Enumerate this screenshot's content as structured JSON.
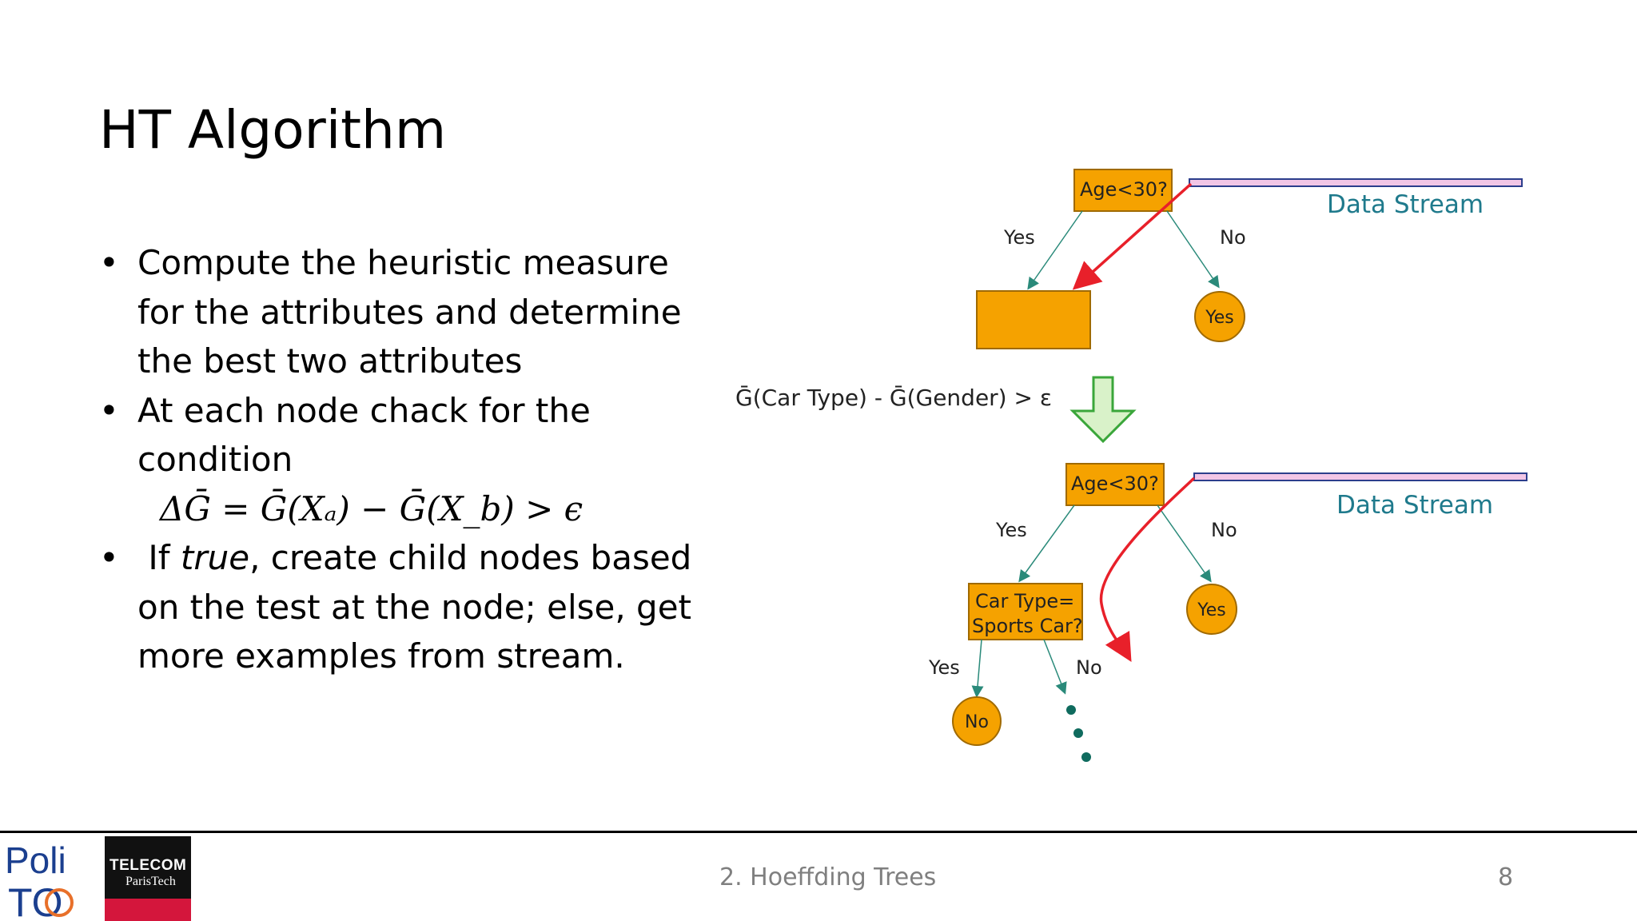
{
  "slide": {
    "title": "HT Algorithm",
    "bullets": [
      {
        "parts": [
          "Compute the heuristic measure",
          "for the attributes and determine",
          "the best two attributes"
        ]
      },
      {
        "parts": [
          "At each node chack for the",
          "condition"
        ]
      },
      {
        "prefix": " If ",
        "em": "true",
        "rest": ", create child nodes based",
        "parts": [
          "on the test at the node; else, get",
          "more examples from stream."
        ]
      }
    ],
    "bullet_symbol": "•",
    "formula": "ΔḠ = Ḡ(Xₐ) − Ḡ(X_b) > ϵ"
  },
  "diagram": {
    "top": {
      "root_label": "Age<30?",
      "yes_label": "Yes",
      "no_label": "No",
      "leaf_yes": "Yes",
      "stream_label": "Data Stream"
    },
    "condition": "Ḡ(Car Type) - Ḡ(Gender) > ε",
    "bottom": {
      "root_label": "Age<30?",
      "yes_label": "Yes",
      "no_label": "No",
      "leaf_yes": "Yes",
      "stream_label": "Data Stream",
      "child_label_line1": "Car Type=",
      "child_label_line2": "Sports Car?",
      "child_yes_label": "Yes",
      "child_no_label": "No",
      "child_leaf_no": "No"
    },
    "colors": {
      "node_fill": "#f5a200",
      "node_stroke": "#a06a00",
      "stream_fill": "#f2c6e6",
      "stream_stroke": "#2c3e8c",
      "stream_text": "#1f7a8c",
      "path_red": "#e8202a",
      "arrow_fill": "#d9f2c9",
      "arrow_stroke": "#3aa63a",
      "dots": "#0f6b5e"
    }
  },
  "footer": {
    "center": "2. Hoeffding Trees",
    "page_number": "8",
    "logo_left_line1": "Poli",
    "logo_left_line2": "TO",
    "logo_right_line1": "TELECOM",
    "logo_right_line2": "ParisTech"
  }
}
